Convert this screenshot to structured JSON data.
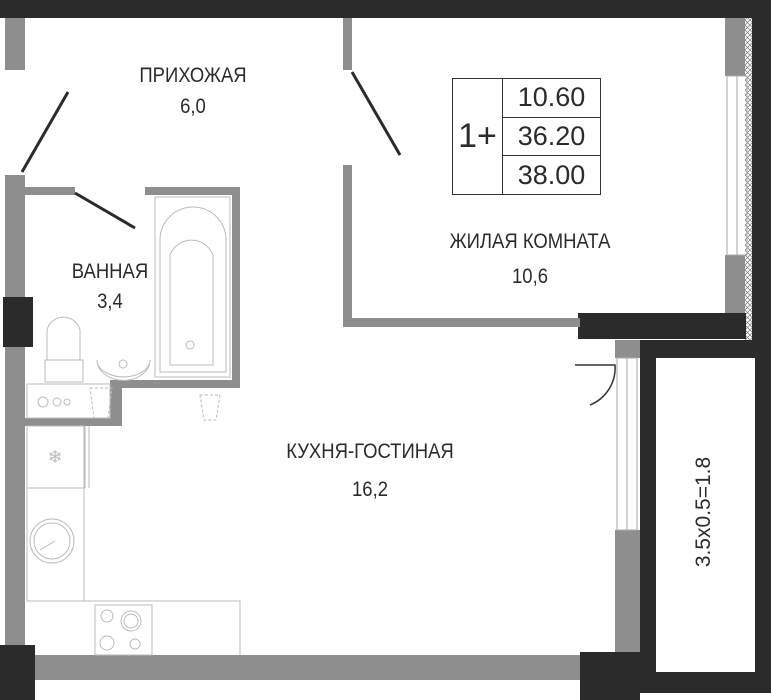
{
  "rooms": {
    "hallway": {
      "name": "ПРИХОЖАЯ",
      "area": "6,0"
    },
    "living_room": {
      "name": "ЖИЛАЯ КОМНАТА",
      "area": "10,6"
    },
    "bathroom": {
      "name": "ВАННАЯ",
      "area": "3,4"
    },
    "kitchen": {
      "name": "КУХНЯ-ГОСТИНАЯ",
      "area": "16,2"
    },
    "balcony": {
      "label": "3.5x0.5=1.8"
    }
  },
  "summary": {
    "room_count": "1+",
    "living_area": "10.60",
    "total_area": "36.20",
    "total_with_balcony": "38.00"
  },
  "colors": {
    "wall_dark": "#2b2b2b",
    "wall_grey": "#8e8e8e",
    "line": "#bdbdbd"
  }
}
